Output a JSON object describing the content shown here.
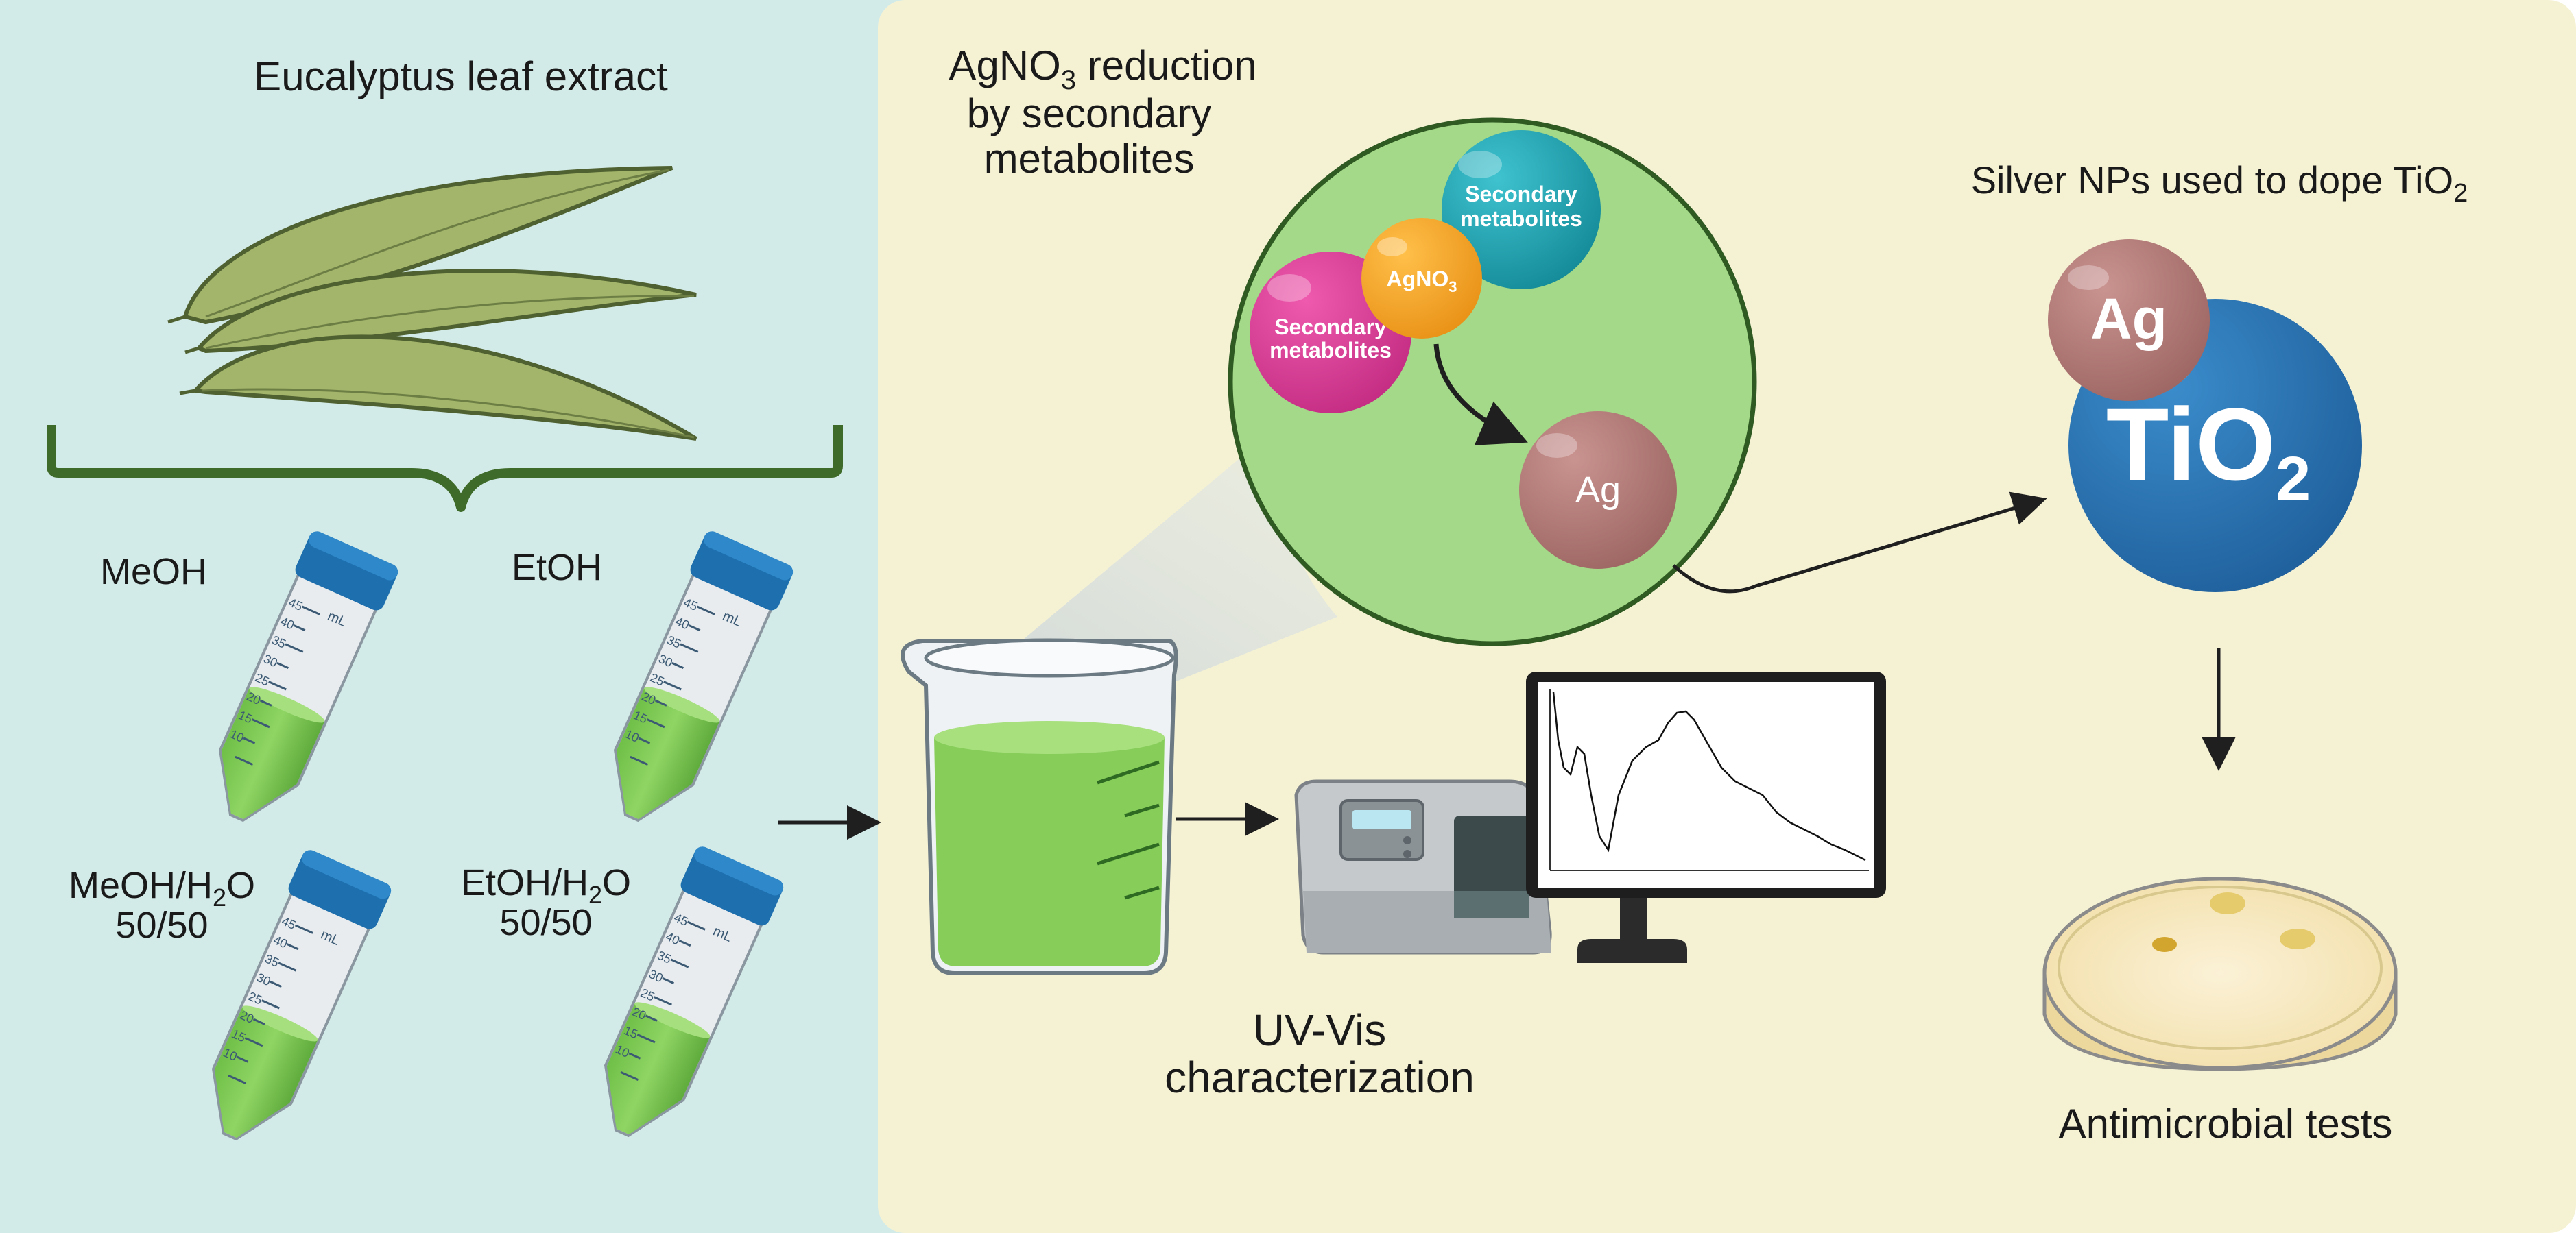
{
  "colors": {
    "left_panel_bg": "#d3ebe8",
    "right_panel_bg": "#f5f2d4",
    "leaf_fill": "#a3b56a",
    "leaf_stroke": "#4f6130",
    "brace": "#3f6b2a",
    "extract_green": "#86cd5a",
    "tube_cap": "#1d6fae",
    "zoom_circle": "#a3d988",
    "secondary_metabolite_teal": "#1ba3b1",
    "secondary_metabolite_pink": "#db3a96",
    "agno3_orange": "#f4a223",
    "ag_particle": "#b37b78",
    "tio2_blue": "#2a73b3",
    "arrow": "#1f1f1f"
  },
  "labels": {
    "leaf_extract": "Eucalyptus leaf extract",
    "solvent_meoh": "MeOH",
    "solvent_etoh": "EtOH",
    "solvent_meoh_h2o_line1": "MeOH/H",
    "solvent_meoh_h2o_sub": "2",
    "solvent_meoh_h2o_end": "O",
    "solvent_meoh_h2o_line2": "50/50",
    "solvent_etoh_h2o_line1": "EtOH/H",
    "solvent_etoh_h2o_sub": "2",
    "solvent_etoh_h2o_end": "O",
    "solvent_etoh_h2o_line2": "50/50",
    "reduction_line1_a": "AgNO",
    "reduction_line1_sub": "3",
    "reduction_line1_b": " reduction",
    "reduction_line2": "by secondary",
    "reduction_line3": "metabolites",
    "secondary_metabolites_a": "Secondary",
    "secondary_metabolites_b": "metabolites",
    "agno3_a": "AgNO",
    "agno3_sub": "3",
    "ag": "Ag",
    "silver_nps_a": "Silver NPs used to dope TiO",
    "silver_nps_sub": "2",
    "ag_dopant": "Ag",
    "tio2_a": "TiO",
    "tio2_sub": "2",
    "uvvis_line1": "UV-Vis",
    "uvvis_line2": "characterization",
    "antimicrobial": "Antimicrobial tests",
    "tube_unit": "mL",
    "tube_marks": [
      "45",
      "40",
      "35",
      "30",
      "25",
      "20",
      "15",
      "10"
    ]
  }
}
